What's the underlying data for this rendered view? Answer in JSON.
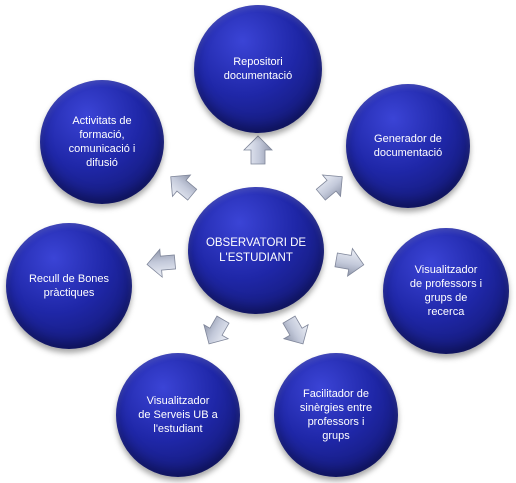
{
  "center": {
    "label": "OBSERVATORI DE\nL'ESTUDIANT"
  },
  "nodes": [
    {
      "id": "repositori",
      "label": "Repositori\ndocumentació"
    },
    {
      "id": "generador",
      "label": "Generador de\ndocumentació"
    },
    {
      "id": "visualitzador-professors",
      "label": "Visualitzador\nde professors i\ngrups de\nrecerca"
    },
    {
      "id": "facilitador",
      "label": "Facilitador de\nsinèrgies entre\nprofessors i\ngrups"
    },
    {
      "id": "visualitzador-serveis",
      "label": "Visualitzador\nde Serveis UB a\nl'estudiant"
    },
    {
      "id": "recull",
      "label": "Recull de Bones\npràctiques"
    },
    {
      "id": "activitats",
      "label": "Activitats de\nformació,\ncomunicació i\ndifusió"
    }
  ],
  "colors": {
    "node_fill": "#1f27a8",
    "arrow_fill": "#c9cfe0"
  }
}
